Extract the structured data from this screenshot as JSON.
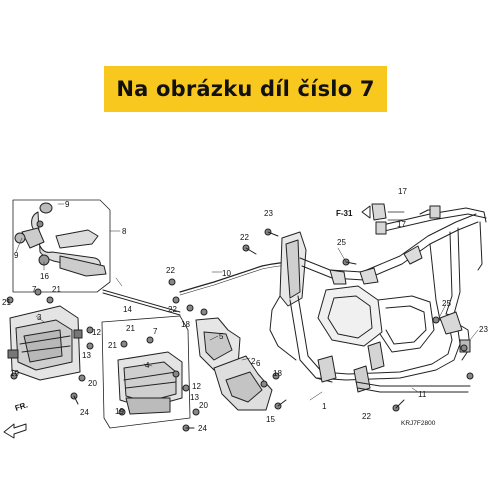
{
  "banner": {
    "text": "Na obrázku díl číslo 7"
  },
  "diagram": {
    "reference_label": "F-31",
    "direction_label": "FR.",
    "code": "KRJ7F2800",
    "callouts": [
      "1",
      "2",
      "3",
      "4",
      "5",
      "6",
      "7",
      "7",
      "8",
      "9",
      "9",
      "10",
      "11",
      "12",
      "12",
      "13",
      "13",
      "14",
      "15",
      "16",
      "17",
      "17",
      "18",
      "18",
      "19",
      "19",
      "20",
      "20",
      "21",
      "21",
      "21",
      "21",
      "22",
      "22",
      "22",
      "22",
      "23",
      "23",
      "24",
      "24",
      "25",
      "25"
    ]
  }
}
